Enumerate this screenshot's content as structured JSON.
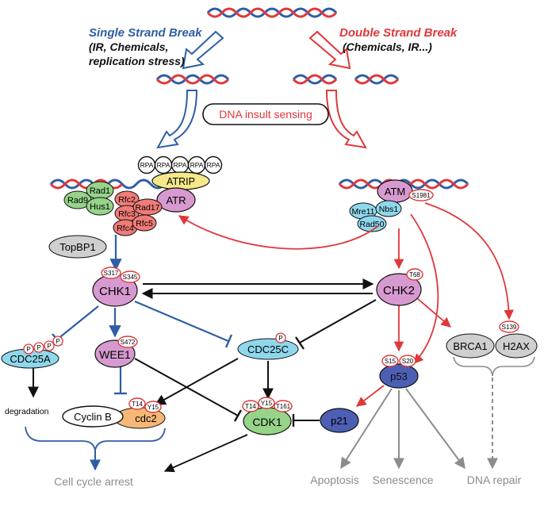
{
  "top": {
    "ssb_title": "Single Strand Break",
    "ssb_line1": "(IR, Chemicals,",
    "ssb_line2": "replication stress)",
    "dsb_title": "Double Strand Break",
    "dsb_line1": "(Chemicals, IR...)",
    "sensing": "DNA insult sensing"
  },
  "atr_complex": {
    "rpa": [
      "RPA",
      "RPA",
      "RPA",
      "RPA",
      "RPA"
    ],
    "atrip": "ATRIP",
    "atr": "ATR",
    "rad9": "Rad9",
    "rad1": "Rad1",
    "hus1": "Hus1",
    "rfc2": "Rfc2",
    "rfc3": "Rfc3",
    "rad17": "Rad17",
    "rfc4": "Rfc4",
    "rfc5": "Rfc5"
  },
  "atm_complex": {
    "atm": "ATM",
    "s1981": "S1981",
    "mre11": "Mre11",
    "nbs1": "Nbs1",
    "rad50": "Rad50"
  },
  "nodes": {
    "topbp1": "TopBP1",
    "chk1": "CHK1",
    "s317": "S317",
    "s345": "S345",
    "chk2": "CHK2",
    "t68": "T68",
    "cdc25a": "CDC25A",
    "p": "P",
    "wee1": "WEE1",
    "s472": "S472",
    "cdc25c": "CDC25C",
    "brca1": "BRCA1",
    "h2ax": "H2AX",
    "s139": "S139",
    "p53": "p53",
    "s15": "S15",
    "s20": "S20",
    "degradation": "degradation",
    "cyclinb": "Cyclin B",
    "cdc2": "cdc2",
    "t14": "T14",
    "y15": "Y15",
    "cdk1": "CDK1",
    "t161": "T161",
    "p21": "p21"
  },
  "outcomes": {
    "cell_cycle_arrest": "Cell cycle arrest",
    "apoptosis": "Apoptosis",
    "senescence": "Senescence",
    "dna_repair": "DNA repair"
  },
  "colors": {
    "blue": "#2e5ea6",
    "red": "#e0383a",
    "black": "#111111",
    "grey": "#8c8c8c",
    "pink": "#d79ad0",
    "cyan": "#8fd8ec",
    "green": "#96d48a",
    "salmon": "#f07b77",
    "yellow": "#f4e88a",
    "orange": "#f6b877",
    "greynode": "#cfcfcf",
    "navy": "#4d5fb4"
  }
}
